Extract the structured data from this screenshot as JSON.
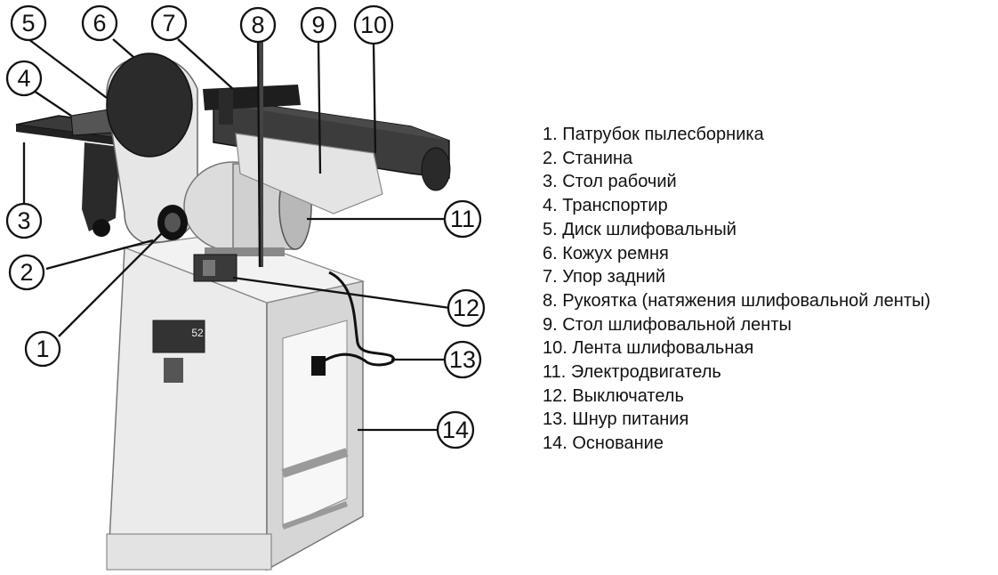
{
  "callouts": [
    "1",
    "2",
    "3",
    "4",
    "5",
    "6",
    "7",
    "8",
    "9",
    "10",
    "11",
    "12",
    "13",
    "14"
  ],
  "legend": [
    "1. Патрубок пылесборника",
    "2. Станина",
    "3. Стол рабочий",
    "4. Транспортир",
    "5. Диск шлифовальный",
    "6. Кожух ремня",
    "7. Упор задний",
    "8. Рукоятка (натяжения шлифовальной ленты)",
    "9. Стол шлифовальной ленты",
    "10. Лента шлифовальная",
    "11. Электродвигатель",
    "12. Выключатель",
    "13. Шнур питания",
    "14. Основание"
  ],
  "stand_plate_text": "52"
}
